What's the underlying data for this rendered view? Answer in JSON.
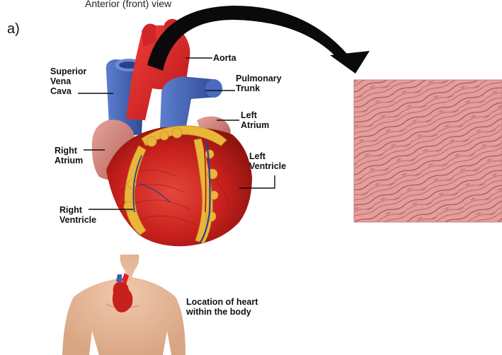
{
  "figure": {
    "panel_label": "a)",
    "view_title": "Anterior (front) view",
    "heart_labels": {
      "superior_vena_cava": [
        "Superior",
        "Vena",
        "Cava"
      ],
      "aorta": "Aorta",
      "pulmonary_trunk": [
        "Pulmonary",
        "Trunk"
      ],
      "left_atrium": [
        "Left",
        "Atrium"
      ],
      "right_atrium": [
        "Right",
        "Atrium"
      ],
      "left_ventricle": [
        "Left",
        "Ventricle"
      ],
      "right_ventricle": [
        "Right",
        "Ventricle"
      ]
    },
    "location_caption": [
      "Location of heart",
      "within the body"
    ],
    "colors": {
      "heart_muscle": "#c8201c",
      "aorta": "#e01f22",
      "veins": "#3e5fb0",
      "fat": "#e9b63a",
      "tissue_pink": "#e59a9a",
      "skin": "#e3b497",
      "arrow": "#0a0a0a"
    }
  }
}
